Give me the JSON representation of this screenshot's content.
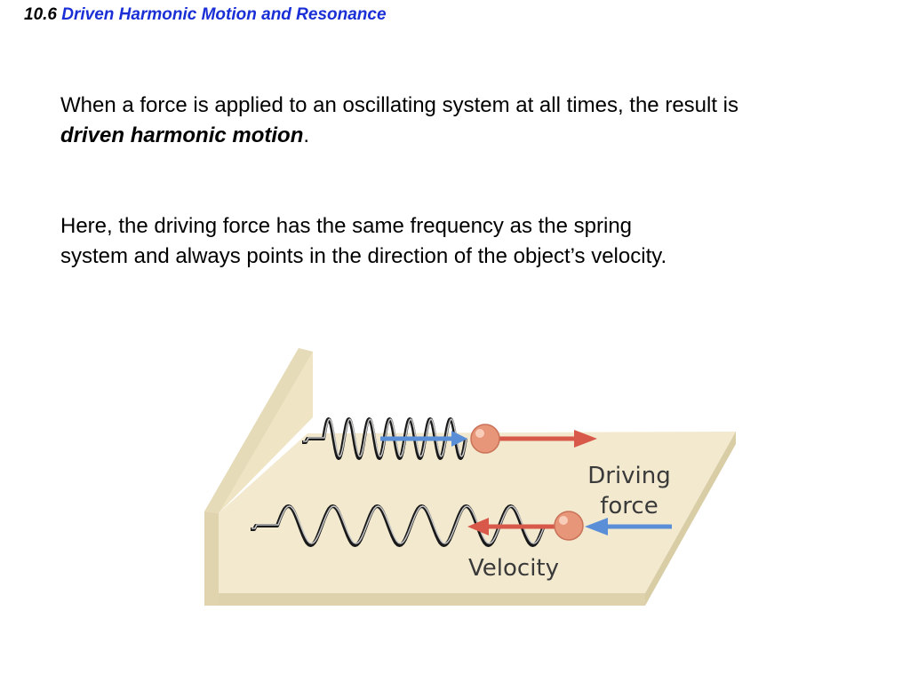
{
  "slide": {
    "title_number": "10.6",
    "title_text": "Driven Harmonic Motion and Resonance"
  },
  "paragraph1": {
    "text_before": "When a force is applied to an oscillating system at all times, the result is ",
    "emphasis": "driven harmonic motion",
    "text_after": "."
  },
  "paragraph2": {
    "text": "Here, the driving force has the same frequency as the spring system and always points in the direction of the object’s velocity."
  },
  "figure": {
    "label_driving_line1": "Driving",
    "label_driving_line2": "force",
    "label_velocity": "Velocity",
    "colors": {
      "velocity_arrow": "#5a8ed6",
      "force_arrow": "#d8584a",
      "mass": "#e8967a",
      "platform_top": "#f2e9cf",
      "platform_side": "#e3d8b5",
      "wall": "#efe5c5"
    }
  }
}
